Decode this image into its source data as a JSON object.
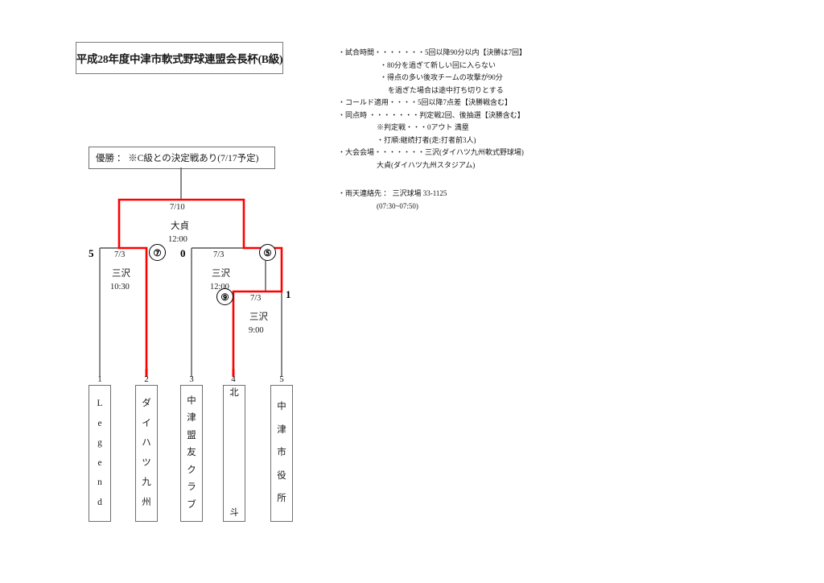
{
  "title": {
    "text": "平成28年度中津市軟式野球連盟会長杯(B級)"
  },
  "championship": {
    "text": "優勝 ：  ※C級との決定戦あり(7/17予定)"
  },
  "rules": {
    "lines": [
      {
        "text": "・試合時間・・・・・・・5回以降90分以内【決勝は7回】",
        "indent": "ind0"
      },
      {
        "text": "・80分を過ぎて新しい回に入らない",
        "indent": "ind2"
      },
      {
        "text": "・得点の多い後攻チームの攻撃が90分",
        "indent": "ind2"
      },
      {
        "text": "を過ぎた場合は途中打ち切りとする",
        "indent": "ind3"
      },
      {
        "text": "・コールド適用・・・・5回以降7点差【決勝戦含む】",
        "indent": "ind0"
      },
      {
        "text": "・同点時 ・・・・・・・判定戦2回、後抽選【決勝含む】",
        "indent": "ind0"
      },
      {
        "text": "※判定戦・・・0アウト 満塁",
        "indent": "ind4"
      },
      {
        "text": "・打順:継続打者(走:打者前3人)",
        "indent": "ind4"
      },
      {
        "text": "・大会会場・・・・・・・三沢(ダイハツ九州軟式野球場)",
        "indent": "ind0"
      },
      {
        "text": "大貞(ダイハツ九州スタジアム)",
        "indent": "ind4"
      }
    ],
    "contact": [
      {
        "text": "・雨天連絡先 ：  三沢球場  33-1125",
        "indent": "ind0"
      },
      {
        "text": "(07:30~07:50)",
        "indent": "ind4"
      }
    ]
  },
  "matches": {
    "final": {
      "date": "7/10",
      "venue": "大貞",
      "time": "12:00"
    },
    "semi_left": {
      "date": "7/3",
      "venue": "三沢",
      "time": "10:30",
      "seed": "⑦"
    },
    "semi_right": {
      "date": "7/3",
      "venue": "三沢",
      "time": "12:00",
      "seed": "⑤"
    },
    "round1": {
      "date": "7/3",
      "venue": "三沢",
      "time": "9:00",
      "seed": "⑨"
    }
  },
  "scores": {
    "left_semi_left_score": "5",
    "right_semi_left_score": "0",
    "round1_right_score": "1"
  },
  "teams": [
    {
      "number": "1",
      "name": "Legend",
      "chars": [
        "L",
        "e",
        "g",
        "e",
        "n",
        "d"
      ]
    },
    {
      "number": "2",
      "name": "ダイハツ九州",
      "chars": [
        "ダ",
        "イ",
        "ハ",
        "ツ",
        "九",
        "州"
      ]
    },
    {
      "number": "3",
      "name": "中津盟友クラブ",
      "chars": [
        "中",
        "津",
        "盟",
        "友",
        "ク",
        "ラ",
        "ブ"
      ]
    },
    {
      "number": "4",
      "name": "北斗",
      "chars": [
        "北",
        "斗"
      ]
    },
    {
      "number": "5",
      "name": "中津市役所",
      "chars": [
        "中",
        "津",
        "市",
        "役",
        "所"
      ]
    }
  ],
  "colors": {
    "winner_path": "#ff0000",
    "bracket_line": "#555555",
    "box_border": "#6f6f6f"
  }
}
